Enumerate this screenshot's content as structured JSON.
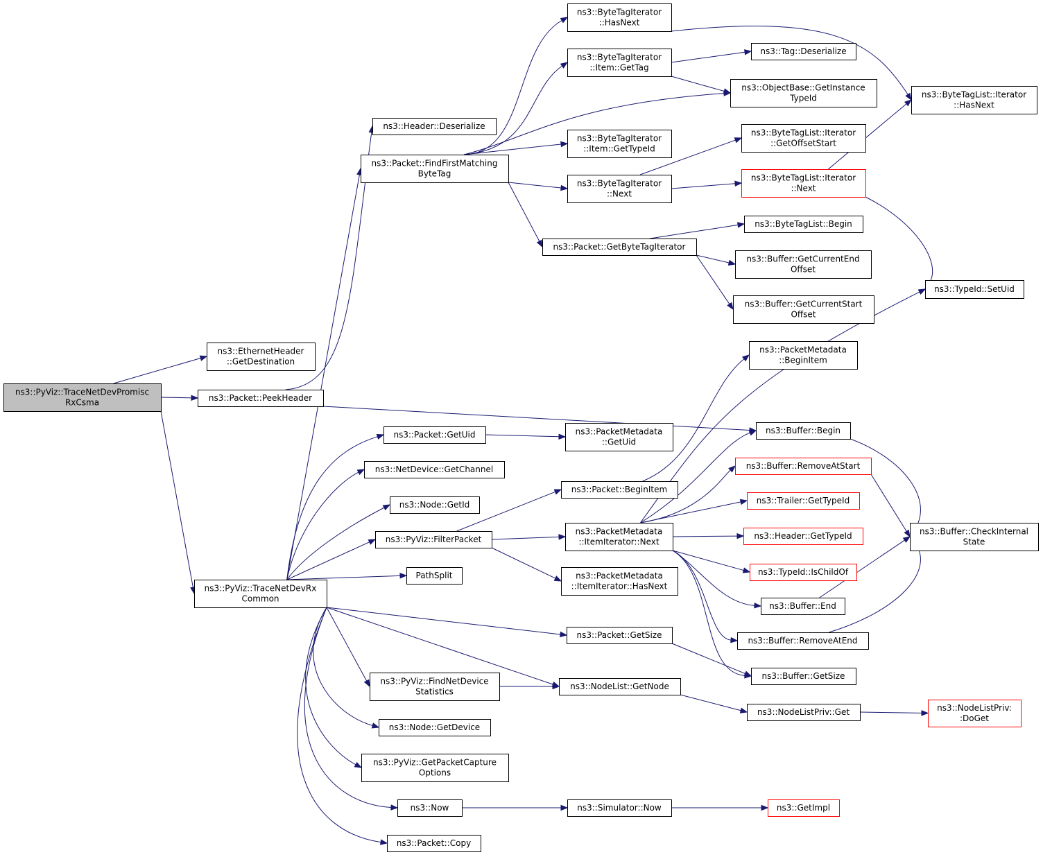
{
  "colors": {
    "edge": "#191970",
    "root_fill": "#bfbfbf",
    "box_border": "#000000",
    "truncated_border": "#ff0000"
  },
  "nodes": {
    "root": {
      "lines": [
        "ns3::PyViz::TraceNetDevPromisc",
        "RxCsma"
      ]
    },
    "eth_getdest": {
      "lines": [
        "ns3::EthernetHeader",
        "::GetDestination"
      ]
    },
    "peekheader": {
      "lines": [
        "ns3::Packet::PeekHeader"
      ]
    },
    "rxcommon": {
      "lines": [
        "ns3::PyViz::TraceNetDevRx",
        "Common"
      ]
    },
    "hdr_deser": {
      "lines": [
        "ns3::Header::Deserialize"
      ]
    },
    "findfirst": {
      "lines": [
        "ns3::Packet::FindFirstMatching",
        "ByteTag"
      ]
    },
    "getuid": {
      "lines": [
        "ns3::Packet::GetUid"
      ]
    },
    "getchannel": {
      "lines": [
        "ns3::NetDevice::GetChannel"
      ]
    },
    "node_getid": {
      "lines": [
        "ns3::Node::GetId"
      ]
    },
    "filterpacket": {
      "lines": [
        "ns3::PyViz::FilterPacket"
      ]
    },
    "pathsplit": {
      "lines": [
        "PathSplit"
      ]
    },
    "findnetdev": {
      "lines": [
        "ns3::PyViz::FindNetDevice",
        "Statistics"
      ]
    },
    "getdevice": {
      "lines": [
        "ns3::Node::GetDevice"
      ]
    },
    "getpktcap": {
      "lines": [
        "ns3::PyViz::GetPacketCapture",
        "Options"
      ]
    },
    "now": {
      "lines": [
        "ns3::Now"
      ]
    },
    "copy": {
      "lines": [
        "ns3::Packet::Copy"
      ]
    },
    "bti_hasnext": {
      "lines": [
        "ns3::ByteTagIterator",
        "::HasNext"
      ]
    },
    "bti_item_gettag": {
      "lines": [
        "ns3::ByteTagIterator",
        "::Item::GetTag"
      ]
    },
    "bti_item_gettid": {
      "lines": [
        "ns3::ByteTagIterator",
        "::Item::GetTypeId"
      ]
    },
    "bti_next": {
      "lines": [
        "ns3::ByteTagIterator",
        "::Next"
      ]
    },
    "getbtiter": {
      "lines": [
        "ns3::Packet::GetByteTagIterator"
      ]
    },
    "md_getuid": {
      "lines": [
        "ns3::PacketMetadata",
        "::GetUid"
      ]
    },
    "beginitem": {
      "lines": [
        "ns3::Packet::BeginItem"
      ]
    },
    "ii_next": {
      "lines": [
        "ns3::PacketMetadata",
        "::ItemIterator::Next"
      ]
    },
    "ii_hasnext": {
      "lines": [
        "ns3::PacketMetadata",
        "::ItemIterator::HasNext"
      ]
    },
    "pkt_getsize": {
      "lines": [
        "ns3::Packet::GetSize"
      ]
    },
    "nl_getnode": {
      "lines": [
        "ns3::NodeList::GetNode"
      ]
    },
    "sim_now": {
      "lines": [
        "ns3::Simulator::Now"
      ]
    },
    "tag_deser": {
      "lines": [
        "ns3::Tag::Deserialize"
      ]
    },
    "ob_getinst": {
      "lines": [
        "ns3::ObjectBase::GetInstance",
        "TypeId"
      ]
    },
    "btl_offstart": {
      "lines": [
        "ns3::ByteTagList::Iterator",
        "::GetOffsetStart"
      ]
    },
    "btl_next": {
      "lines": [
        "ns3::ByteTagList::Iterator",
        "::Next"
      ]
    },
    "btl_begin": {
      "lines": [
        "ns3::ByteTagList::Begin"
      ]
    },
    "buf_curend": {
      "lines": [
        "ns3::Buffer::GetCurrentEnd",
        "Offset"
      ]
    },
    "buf_curstart": {
      "lines": [
        "ns3::Buffer::GetCurrentStart",
        "Offset"
      ]
    },
    "md_beginitem": {
      "lines": [
        "ns3::PacketMetadata",
        "::BeginItem"
      ]
    },
    "buf_begin": {
      "lines": [
        "ns3::Buffer::Begin"
      ]
    },
    "buf_rmstart": {
      "lines": [
        "ns3::Buffer::RemoveAtStart"
      ]
    },
    "trl_gettid": {
      "lines": [
        "ns3::Trailer::GetTypeId"
      ]
    },
    "hdr_gettid": {
      "lines": [
        "ns3::Header::GetTypeId"
      ]
    },
    "tid_ischild": {
      "lines": [
        "ns3::TypeId::IsChildOf"
      ]
    },
    "buf_end": {
      "lines": [
        "ns3::Buffer::End"
      ]
    },
    "buf_rmend": {
      "lines": [
        "ns3::Buffer::RemoveAtEnd"
      ]
    },
    "buf_getsize": {
      "lines": [
        "ns3::Buffer::GetSize"
      ]
    },
    "nlp_get": {
      "lines": [
        "ns3::NodeListPriv::Get"
      ]
    },
    "getimpl": {
      "lines": [
        "ns3::GetImpl"
      ]
    },
    "btl_it_hasnext": {
      "lines": [
        "ns3::ByteTagList::Iterator",
        "::HasNext"
      ]
    },
    "tid_setuid": {
      "lines": [
        "ns3::TypeId::SetUid"
      ]
    },
    "buf_checkint": {
      "lines": [
        "ns3::Buffer::CheckInternal",
        "State"
      ]
    },
    "nlp_doget": {
      "lines": [
        "ns3::NodeListPriv:",
        ":DoGet"
      ]
    }
  }
}
